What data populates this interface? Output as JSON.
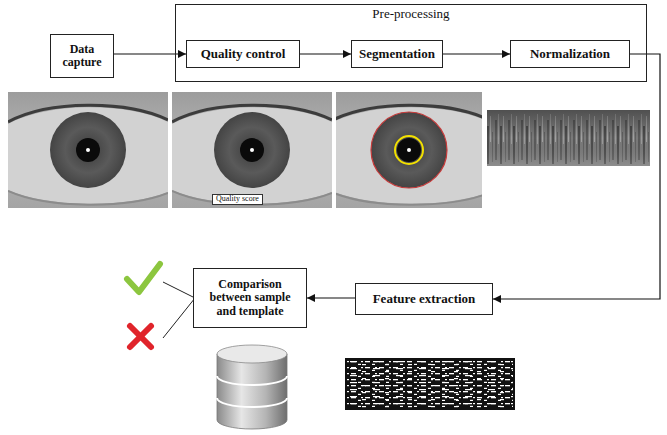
{
  "diagram": {
    "nodes": [
      {
        "text": [
          "Data capture"
        ]
      },
      {
        "text": [
          "Pre-processing"
        ]
      },
      {
        "text": [
          "Quality control"
        ],
        "in": 1
      },
      {
        "text": [
          "Segmentation"
        ],
        "in": 1
      },
      {
        "text": [
          "Normalization"
        ],
        "in": 1
      },
      {
        "text": [
          "Feature extraction"
        ]
      },
      {
        "text": [
          "Comparison between sample and template"
        ]
      }
    ],
    "edges": [
      {
        "from": 0,
        "to": 2,
        "arrow": "to"
      },
      {
        "from": 2,
        "to": 3,
        "arrow": "to"
      },
      {
        "from": 3,
        "to": 4,
        "arrow": "to"
      },
      {
        "from": 4,
        "to": 5,
        "arrow": "to"
      },
      {
        "from": 5,
        "to": 6,
        "arrow": "to"
      }
    ],
    "labels": [
      "Quality score"
    ]
  }
}
